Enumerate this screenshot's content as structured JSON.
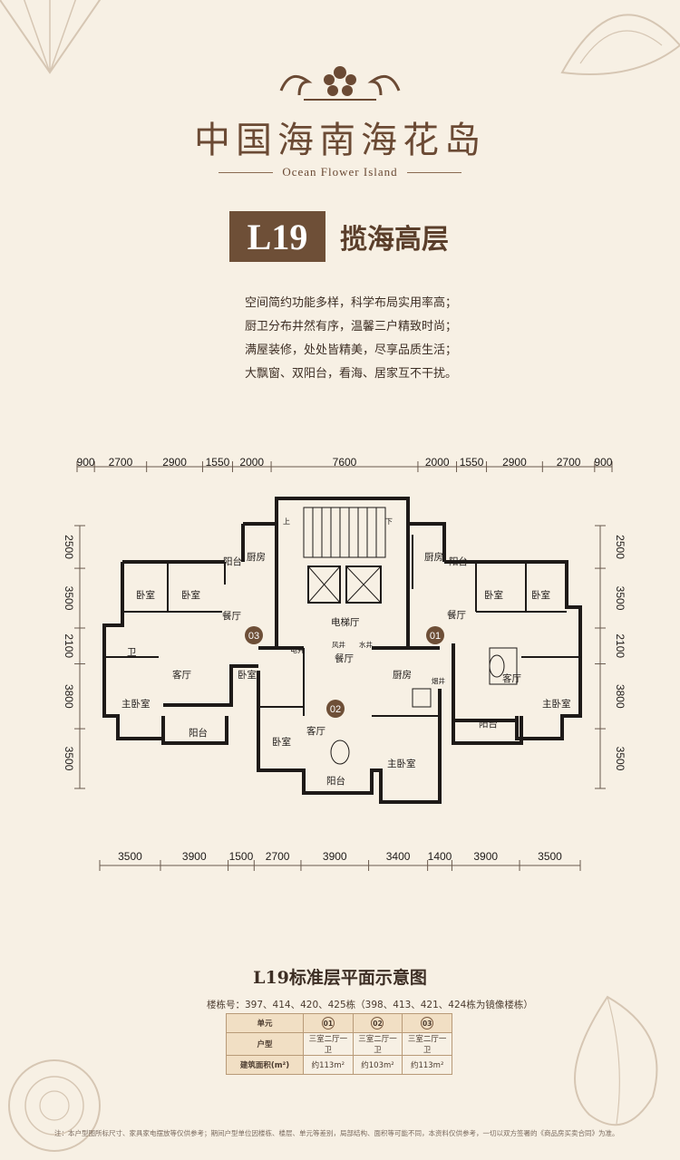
{
  "brand": {
    "name_cn": "中国海南海花岛",
    "name_en": "Ocean Flower Island"
  },
  "title": {
    "code": "L19",
    "type": "揽海高层"
  },
  "description": [
    "空间简约功能多样，科学布局实用率高；",
    "厨卫分布井然有序，温馨三户精致时尚；",
    "满屋装修，处处皆精美，尽享品质生活；",
    "大飘窗、双阳台，看海、居家互不干扰。"
  ],
  "plan": {
    "top_dims": [
      "900",
      "2700",
      "2900",
      "1550",
      "2000",
      "7600",
      "2000",
      "1550",
      "2900",
      "2700",
      "900"
    ],
    "bottom_dims": [
      "3500",
      "3900",
      "1500",
      "2700",
      "3900",
      "3400",
      "1400",
      "3900",
      "3500"
    ],
    "left_dims": [
      "2500",
      "3500",
      "2100",
      "3800",
      "3500"
    ],
    "right_dims": [
      "2500",
      "3500",
      "2100",
      "3800",
      "3500"
    ],
    "rooms": {
      "kitchen": "厨房",
      "balcony": "阳台",
      "bedroom": "卧室",
      "dining": "餐厅",
      "living": "客厅",
      "bathroom": "卫",
      "master_bedroom": "主卧室",
      "elevator_hall": "电梯厅",
      "shaft": "电井",
      "wind_well": "风井",
      "water_well": "水井",
      "smoke_well": "烟井"
    },
    "stair_marks": {
      "up": "上",
      "down": "下"
    },
    "unit_markers": [
      "01",
      "02",
      "03"
    ]
  },
  "caption": "L19标准层平面示意图",
  "buildings": "楼栋号：397、414、420、425栋（398、413、421、424栋为镜像楼栋）",
  "table": {
    "header_label": "单元",
    "units": [
      "01",
      "02",
      "03"
    ],
    "rows": [
      {
        "label": "户型",
        "values": [
          "三室二厅一卫",
          "三室二厅一卫",
          "三室二厅一卫"
        ]
      },
      {
        "label": "建筑面积(m²)",
        "values": [
          "约113m²",
          "约103m²",
          "约113m²"
        ]
      }
    ]
  },
  "footer": "注：本户型图所标尺寸、家具家电摆放等仅供参考；期间户型单位因楼栋、楼层、单元等差别，局部结构、面积等可能不同，本资料仅供参考，一切以双方签署的《商品房买卖合同》为准。",
  "colors": {
    "background": "#f7f0e4",
    "accent_brown": "#6e4f37",
    "wall": "#1e1a18"
  }
}
